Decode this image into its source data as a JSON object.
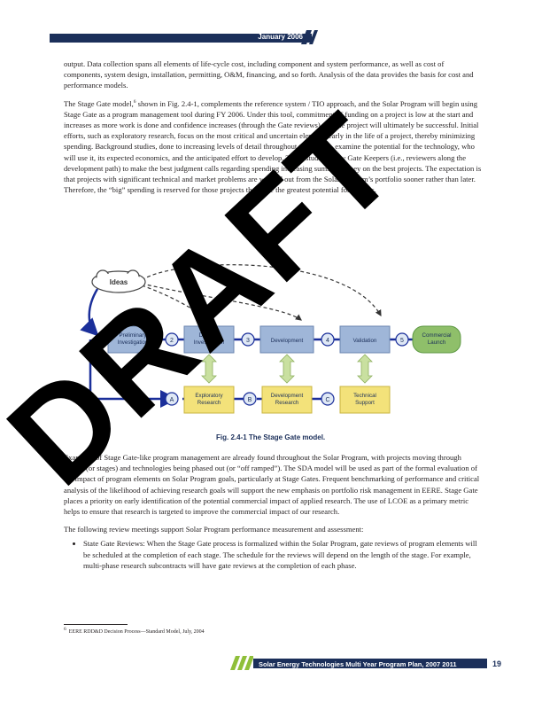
{
  "header": {
    "date": "January 2006"
  },
  "paragraphs": {
    "p1": "output. Data collection spans all elements of life-cycle cost, including component and system performance, as well as cost of components, system design, installation, permitting, O&M, financing, and so forth. Analysis of the data provides the basis for cost and performance models.",
    "p2a": "The Stage Gate model,",
    "p2_sup": "6",
    "p2b": " shown in Fig. 2.4-1, complements the reference system / TIO approach, and the Solar Program will begin using Stage Gate as a program management tool during FY 2006. Under this tool, commitment of funding on a project is low at the start and increases as more work is done and confidence increases (through the Gate reviews) that the project will ultimately be successful. Initial efforts, such as exploratory research, focus on the most critical and uncertain elements early in the life of a project, thereby minimizing spending. Background studies, done to increasing levels of detail throughout the project, examine the potential for the technology, who will use it, its expected economics, and the anticipated effort to develop. These studies allow Gate Keepers (i.e., reviewers along the development path) to make the best judgment calls regarding spending increasing sums of money on the best projects. The expectation is that projects with significant technical and market problems are weeded out from the Solar Program’s portfolio sooner rather than later. Therefore, the “big” spending is reserved for those projects that have the greatest potential for success.",
    "p3": "Examples of Stage Gate-like program management are already found throughout the Solar Program, with projects moving through phases (or stages) and technologies being phased out (or “off ramped”). The SDA model will be used as part of the formal evaluation of the impact of program elements on Solar Program goals, particularly at Stage Gates. Frequent benchmarking of performance and critical analysis of the likelihood of achieving research goals will support the new emphasis on portfolio risk management in EERE. Stage Gate places a priority on early identification of the potential commercial impact of applied research. The use of LCOE as a primary metric helps to ensure that research is targeted to improve the commercial impact of our research.",
    "p4": "The following review meetings support Solar Program performance measurement and assessment:",
    "bullet1": "State Gate Reviews: When the Stage Gate process is formalized within the Solar Program, gate reviews of program elements will be scheduled at the completion of each stage. The schedule for the reviews will depend on the length of the stage. For example, multi-phase research subcontracts will have gate reviews at the completion of each phase."
  },
  "figure": {
    "caption": "Fig. 2.4-1  The Stage Gate model.",
    "ideas": "Ideas",
    "stages": [
      {
        "line1": "Preliminary",
        "line2": "Investigation"
      },
      {
        "line1": "Detailed",
        "line2": "Investigation"
      },
      {
        "line1": "Development",
        "line2": ""
      },
      {
        "line1": "Validation",
        "line2": ""
      },
      {
        "line1": "Commercial",
        "line2": "Launch"
      }
    ],
    "gates": [
      "1",
      "2",
      "3",
      "4",
      "5"
    ],
    "support_boxes": [
      {
        "line1": "Exploratory",
        "line2": "Research"
      },
      {
        "line1": "Development",
        "line2": "Research"
      },
      {
        "line1": "Technical",
        "line2": "Support"
      }
    ],
    "support_gates": [
      "A",
      "B",
      "C"
    ]
  },
  "footnote": {
    "mark": "6",
    "text": "EERE RDD&D Decision Process—Standard Model, July, 2004"
  },
  "footer": {
    "title": "Solar Energy Technologies Multi Year Program Plan, 2007  2011",
    "page": "19"
  },
  "watermark": {
    "text": "DRAFT"
  },
  "colors": {
    "navy": "#1b2f5a",
    "stage_blue": "#9fb6d8",
    "launch_green": "#8fbf6a",
    "support_yellow": "#f3e27a",
    "arrow_blue": "#1b2f9a"
  }
}
